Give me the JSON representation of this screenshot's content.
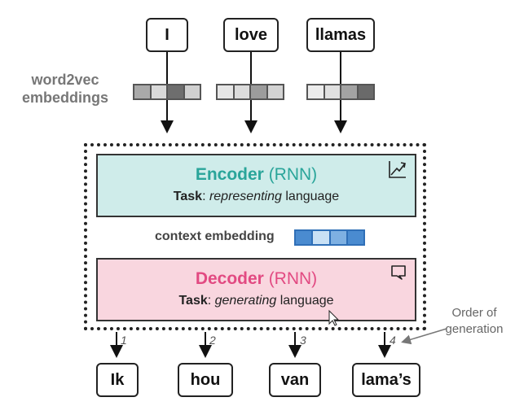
{
  "inputs": [
    "I",
    "love",
    "llamas"
  ],
  "embedding_label": "word2vec embeddings",
  "embedding_label_lines": [
    "word2vec",
    "embeddings"
  ],
  "encoder": {
    "name": "Encoder",
    "kind": "(RNN)",
    "task_prefix": "Task",
    "task_italic": "representing",
    "task_rest": "language",
    "icon": "axes-arrow-icon",
    "color": "#2aa59a",
    "fill": "#cfecea"
  },
  "context_label": "context embedding",
  "decoder": {
    "name": "Decoder",
    "kind": "(RNN)",
    "task_prefix": "Task",
    "task_italic": "generating",
    "task_rest": "language",
    "icon": "speech-bubble-icon",
    "color": "#e24a82",
    "fill": "#f9d6df"
  },
  "order_label_lines": [
    "Order of",
    "generation"
  ],
  "outputs": [
    {
      "word": "Ik",
      "order": "1"
    },
    {
      "word": "hou",
      "order": "2"
    },
    {
      "word": "van",
      "order": "3"
    },
    {
      "word": "lama’s",
      "order": "4"
    }
  ]
}
